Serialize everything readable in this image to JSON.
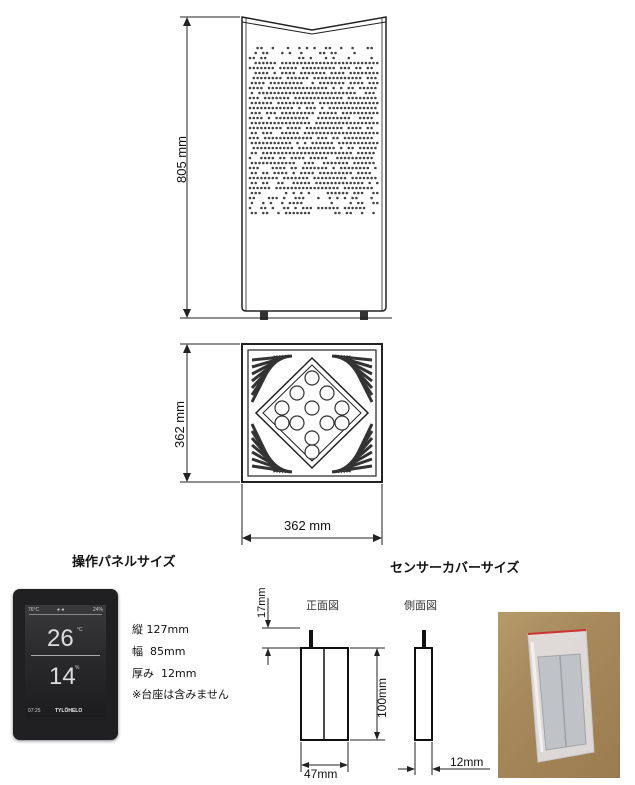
{
  "dimensions": {
    "height": "805 mm",
    "depth": "362 mm",
    "width": "362 mm"
  },
  "control_panel": {
    "title": "操作パネルサイズ",
    "specs": [
      {
        "label": "縦",
        "value": "127mm"
      },
      {
        "label": "幅",
        "value": "85mm"
      },
      {
        "label": "厚み",
        "value": "12mm"
      }
    ],
    "note": "※台座は含みません",
    "screen": {
      "status_left": "76°C",
      "status_right": "24%",
      "temperature": "26",
      "temperature_unit": "°C",
      "humidity": "14",
      "humidity_unit": "%",
      "time": "07:25",
      "brand": "TYLÖHELO"
    }
  },
  "sensor_cover": {
    "title": "センサーカバーサイズ",
    "front_view_label": "正面図",
    "side_view_label": "側面図",
    "dim_top": "17mm",
    "dim_height": "100mm",
    "dim_width": "47mm",
    "dim_depth": "12mm"
  }
}
